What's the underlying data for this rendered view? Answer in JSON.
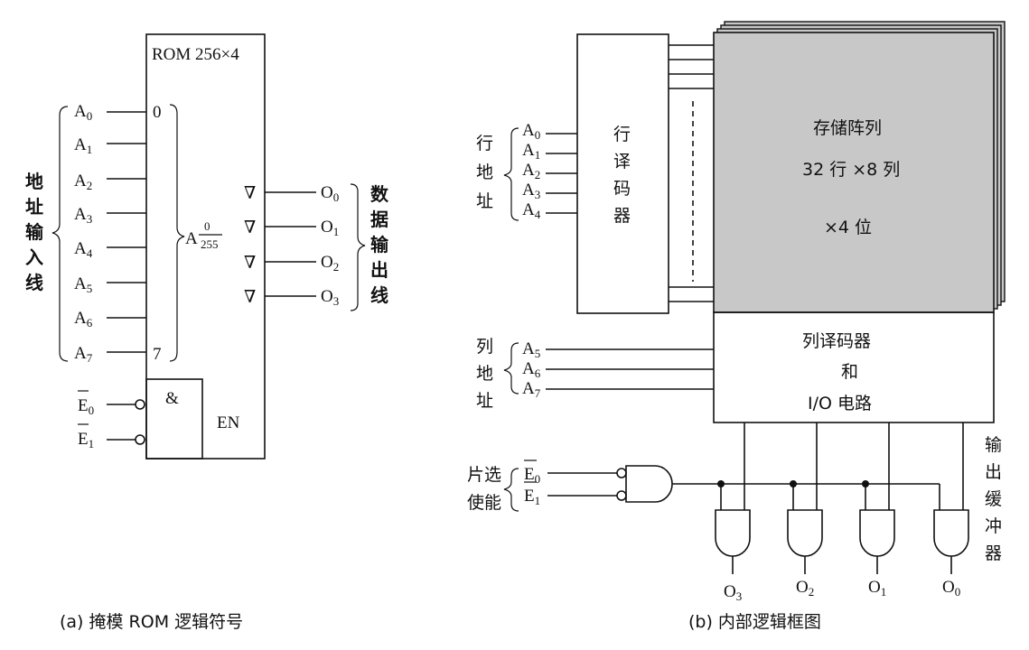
{
  "left": {
    "rom_label": "ROM 256×4",
    "addr_group_label": [
      "地",
      "址",
      "输",
      "入",
      "线"
    ],
    "addr_lines": [
      "0",
      "1",
      "2",
      "3",
      "4",
      "5",
      "6",
      "7"
    ],
    "addr_first": "0",
    "addr_last": "7",
    "range_prefix": "A",
    "range_num": "0",
    "range_den": "255",
    "output_lines": [
      "0",
      "1",
      "2",
      "3"
    ],
    "output_group_label": [
      "数",
      "据",
      "输",
      "出",
      "线"
    ],
    "tri_symbol": "∇",
    "and_symbol": "&",
    "en_label": "EN",
    "enable_lines": [
      "0",
      "1"
    ],
    "caption": "(a) 掩模 ROM 逻辑符号"
  },
  "right": {
    "row_addr_label": [
      "行",
      "地",
      "址"
    ],
    "row_addr_lines": [
      "0",
      "1",
      "2",
      "3",
      "4"
    ],
    "row_decoder_label": [
      "行",
      "译",
      "码",
      "器"
    ],
    "array_title": "存储阵列",
    "array_dims": "32 行 ×8 列",
    "array_bits": "×4 位",
    "col_addr_label": [
      "列",
      "地",
      "址"
    ],
    "col_addr_lines": [
      "5",
      "6",
      "7"
    ],
    "col_decoder_line1": "列译码器",
    "col_decoder_line2": "和",
    "col_decoder_line3": "I/O 电路",
    "chip_select_label": [
      "片选",
      "使能"
    ],
    "enable_lines": [
      "0",
      "1"
    ],
    "output_buffer_label": [
      "输",
      "出",
      "缓",
      "冲",
      "器"
    ],
    "outputs": [
      "3",
      "2",
      "1",
      "0"
    ],
    "caption": "(b) 内部逻辑框图"
  },
  "colors": {
    "array_fill": "#c8c8c8",
    "line": "#111111"
  }
}
